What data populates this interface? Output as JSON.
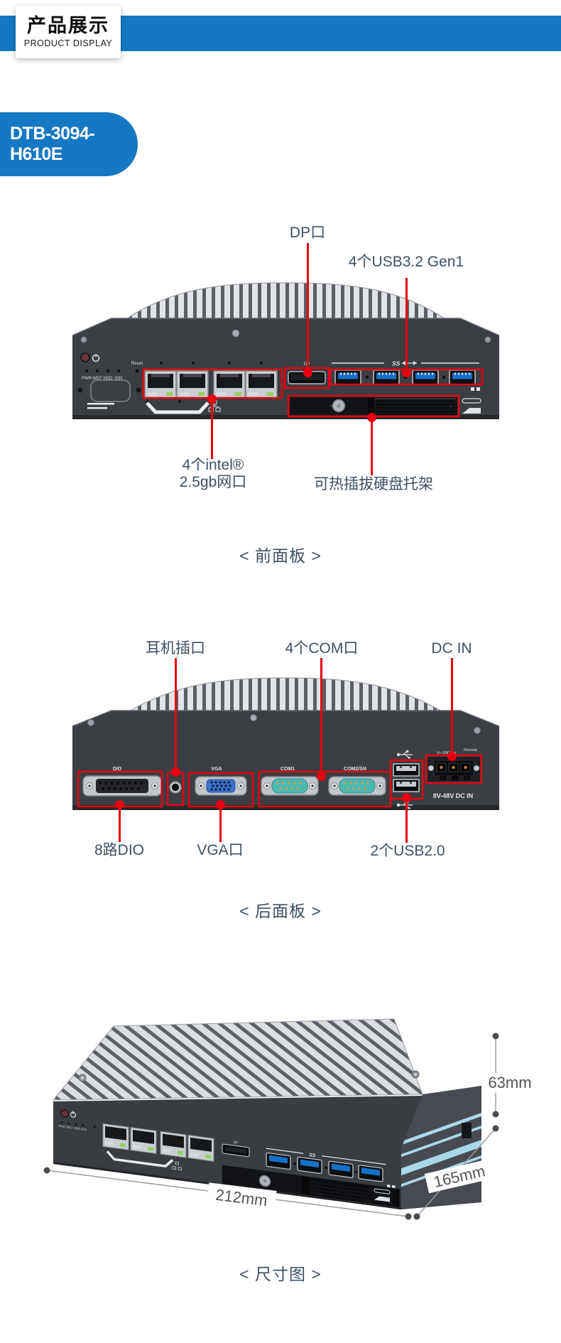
{
  "header": {
    "title_cn": "产品展示",
    "title_en": "PRODUCT DISPLAY"
  },
  "model_badge": "DTB-3094-H610E",
  "colors": {
    "accent_blue": "#1678c2",
    "callout_red": "#e60012",
    "label_slate": "#3e5065"
  },
  "front_panel": {
    "caption": "< 前面板 >",
    "callouts": {
      "dp": "DP口",
      "usb3": "4个USB3.2 Gen1",
      "lan_line1": "4个intel®",
      "lan_line2": "2.5gb网口",
      "bay": "可热插拔硬盘托架"
    },
    "panel_text": {
      "leds": [
        "PWR",
        "WDT",
        "HDD",
        "IGN"
      ],
      "leds_line": "PWR WDT HDD IGN",
      "reset": "Reset",
      "dp": "DP",
      "ss": "SS"
    }
  },
  "rear_panel": {
    "caption": "< 后面板 >",
    "callouts": {
      "audio": "耳机插口",
      "com": "4个COM口",
      "dcin": "DC IN",
      "dio": "8路DIO",
      "vga": "VGA口",
      "usb2": "2个USB2.0"
    },
    "panel_text": {
      "dio": "DIO",
      "vga": "VGA",
      "com1": "COM1",
      "com234": "COM2/3/4",
      "power": "8V-48V DC IN",
      "remote": "Remote",
      "pins": "V+ GND Ign"
    }
  },
  "dimensions": {
    "caption": "< 尺寸图 >",
    "height": "63mm",
    "depth": "165mm",
    "width": "212mm"
  }
}
